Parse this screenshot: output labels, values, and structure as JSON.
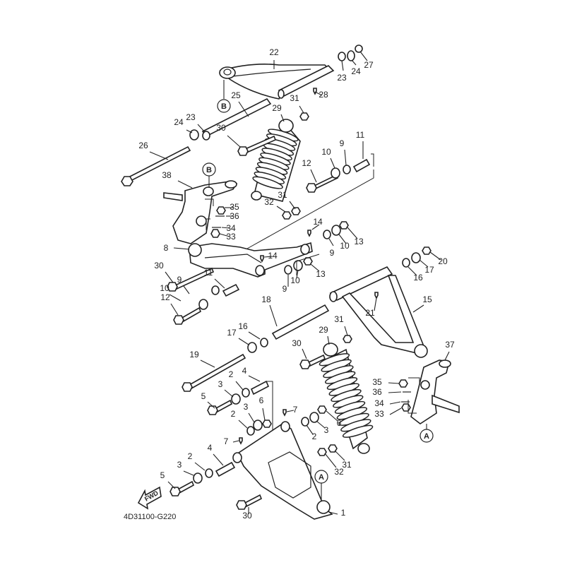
{
  "diagram": {
    "title": "Front suspension exploded parts diagram",
    "code": "4D31100-G220",
    "direction_indicator": "FWD",
    "reference_markers": [
      "A",
      "B"
    ],
    "colors": {
      "line": "#222222",
      "background": "#ffffff"
    }
  },
  "callouts": [
    {
      "id": "c22",
      "label": "22",
      "part": "upper arm"
    },
    {
      "id": "c23a",
      "label": "23",
      "part": "bushing"
    },
    {
      "id": "c24a",
      "label": "24",
      "part": "washer"
    },
    {
      "id": "c27",
      "label": "27",
      "part": "nut"
    },
    {
      "id": "c28",
      "label": "28",
      "part": "grease nipple"
    },
    {
      "id": "c25",
      "label": "25",
      "part": "collar"
    },
    {
      "id": "c23b",
      "label": "23",
      "part": "bushing"
    },
    {
      "id": "c24b",
      "label": "24",
      "part": "washer"
    },
    {
      "id": "c26",
      "label": "26",
      "part": "bolt"
    },
    {
      "id": "c29a",
      "label": "29",
      "part": "shock absorber"
    },
    {
      "id": "c31a",
      "label": "31",
      "part": "nut"
    },
    {
      "id": "c30a",
      "label": "30",
      "part": "bolt"
    },
    {
      "id": "c11a",
      "label": "11",
      "part": "collar"
    },
    {
      "id": "c9a",
      "label": "9",
      "part": "bushing"
    },
    {
      "id": "c10a",
      "label": "10",
      "part": "washer"
    },
    {
      "id": "c12a",
      "label": "12",
      "part": "bolt"
    },
    {
      "id": "c38",
      "label": "38",
      "part": "steering knuckle"
    },
    {
      "id": "c35a",
      "label": "35",
      "part": "nut"
    },
    {
      "id": "c36a",
      "label": "36",
      "part": "cotter pin"
    },
    {
      "id": "c34a",
      "label": "34",
      "part": "cotter pin"
    },
    {
      "id": "c33a",
      "label": "33",
      "part": "nut"
    },
    {
      "id": "c32a",
      "label": "32",
      "part": "washer"
    },
    {
      "id": "c31b",
      "label": "31",
      "part": "nut"
    },
    {
      "id": "c14a",
      "label": "14",
      "part": "grease nipple"
    },
    {
      "id": "c13a",
      "label": "13",
      "part": "nut"
    },
    {
      "id": "c9b",
      "label": "9",
      "part": "bushing"
    },
    {
      "id": "c10b",
      "label": "10",
      "part": "washer"
    },
    {
      "id": "c8",
      "label": "8",
      "part": "lower arm"
    },
    {
      "id": "c14b",
      "label": "14",
      "part": "grease nipple"
    },
    {
      "id": "c13b",
      "label": "13",
      "part": "nut"
    },
    {
      "id": "c30b",
      "label": "30",
      "part": "bolt"
    },
    {
      "id": "c11b",
      "label": "11",
      "part": "collar"
    },
    {
      "id": "c9c",
      "label": "9",
      "part": "bushing"
    },
    {
      "id": "c10c",
      "label": "10",
      "part": "washer"
    },
    {
      "id": "c9d",
      "label": "9",
      "part": "bushing"
    },
    {
      "id": "c10d",
      "label": "10",
      "part": "washer"
    },
    {
      "id": "c12b",
      "label": "12",
      "part": "bolt"
    },
    {
      "id": "c20",
      "label": "20",
      "part": "nut"
    },
    {
      "id": "c17a",
      "label": "17",
      "part": "washer"
    },
    {
      "id": "c16a",
      "label": "16",
      "part": "bushing"
    },
    {
      "id": "c15",
      "label": "15",
      "part": "upper arm"
    },
    {
      "id": "c21",
      "label": "21",
      "part": "grease nipple"
    },
    {
      "id": "c18",
      "label": "18",
      "part": "collar"
    },
    {
      "id": "c17b",
      "label": "17",
      "part": "washer"
    },
    {
      "id": "c16b",
      "label": "16",
      "part": "bushing"
    },
    {
      "id": "c19",
      "label": "19",
      "part": "bolt"
    },
    {
      "id": "c29b",
      "label": "29",
      "part": "shock absorber"
    },
    {
      "id": "c31c",
      "label": "31",
      "part": "nut"
    },
    {
      "id": "c30c",
      "label": "30",
      "part": "bolt"
    },
    {
      "id": "c37",
      "label": "37",
      "part": "steering knuckle"
    },
    {
      "id": "c35b",
      "label": "35",
      "part": "nut"
    },
    {
      "id": "c36b",
      "label": "36",
      "part": "cotter pin"
    },
    {
      "id": "c34b",
      "label": "34",
      "part": "cotter pin"
    },
    {
      "id": "c33b",
      "label": "33",
      "part": "nut"
    },
    {
      "id": "c4a",
      "label": "4",
      "part": "collar"
    },
    {
      "id": "c2a",
      "label": "2",
      "part": "bushing"
    },
    {
      "id": "c3a",
      "label": "3",
      "part": "washer"
    },
    {
      "id": "c5a",
      "label": "5",
      "part": "bolt"
    },
    {
      "id": "c6a",
      "label": "6",
      "part": "nut"
    },
    {
      "id": "c3b",
      "label": "3",
      "part": "washer"
    },
    {
      "id": "c2b",
      "label": "2",
      "part": "bushing"
    },
    {
      "id": "c7a",
      "label": "7",
      "part": "grease nipple"
    },
    {
      "id": "c6b",
      "label": "6",
      "part": "nut"
    },
    {
      "id": "c3c",
      "label": "3",
      "part": "washer"
    },
    {
      "id": "c2c",
      "label": "2",
      "part": "bushing"
    },
    {
      "id": "c7b",
      "label": "7",
      "part": "grease nipple"
    },
    {
      "id": "c4b",
      "label": "4",
      "part": "collar"
    },
    {
      "id": "c2d",
      "label": "2",
      "part": "bushing"
    },
    {
      "id": "c3d",
      "label": "3",
      "part": "washer"
    },
    {
      "id": "c5b",
      "label": "5",
      "part": "bolt"
    },
    {
      "id": "c32b",
      "label": "32",
      "part": "washer"
    },
    {
      "id": "c31d",
      "label": "31",
      "part": "nut"
    },
    {
      "id": "c30d",
      "label": "30",
      "part": "bolt"
    },
    {
      "id": "c1",
      "label": "1",
      "part": "lower arm"
    }
  ]
}
